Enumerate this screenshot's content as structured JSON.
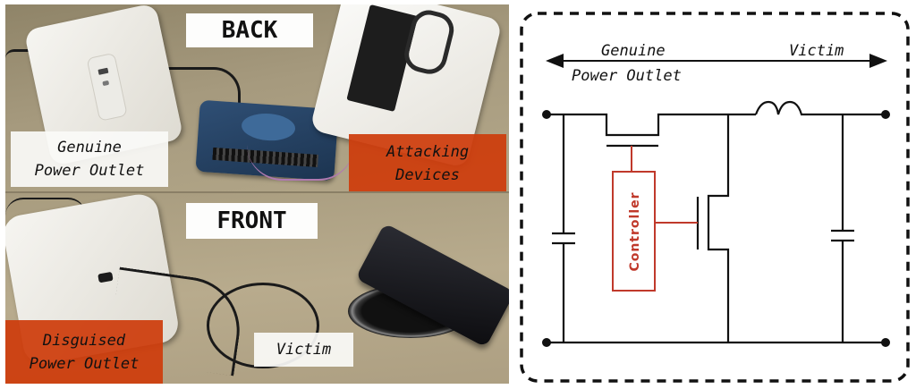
{
  "figure": {
    "photo": {
      "back_panel": {
        "title": "BACK",
        "labels": {
          "genuine_outlet": "Genuine\nPower Outlet",
          "attacking_devices": "Attacking\nDevices"
        }
      },
      "front_panel": {
        "title": "FRONT",
        "labels": {
          "disguised_outlet": "Disguised\nPower Outlet",
          "victim": "Victim"
        }
      },
      "colors": {
        "label_red": "#ce3c0c",
        "label_white": "#fafaf8"
      }
    },
    "circuit": {
      "arrow_left_label_line1": "Genuine",
      "arrow_left_label_line2": "Power Outlet",
      "arrow_right_label": "Victim",
      "controller_label": "Controller",
      "colors": {
        "wire": "#111111",
        "controller": "#c0392b"
      }
    }
  }
}
